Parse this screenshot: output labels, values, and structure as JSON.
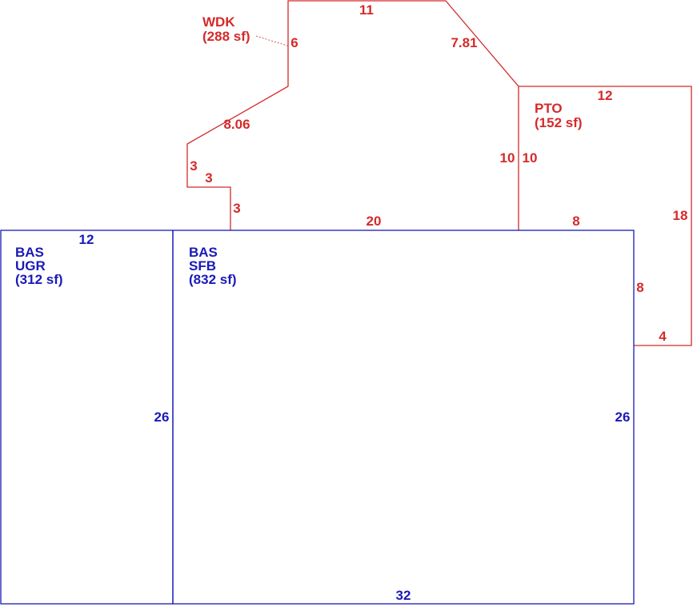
{
  "colors": {
    "deck": "#d42a2a",
    "base": "#1a1ab8"
  },
  "areas": {
    "wdk": {
      "code": "WDK",
      "area": "(288 sf)"
    },
    "pto": {
      "code": "PTO",
      "area": "(152 sf)"
    },
    "bas_ugr": {
      "code": "BAS",
      "sub": "UGR",
      "area": "(312 sf)"
    },
    "bas_sfb": {
      "code": "BAS",
      "sub": "SFB",
      "area": "(832 sf)"
    }
  },
  "dimensions": {
    "wdk_top": "11",
    "wdk_diag_right": "7.81",
    "wdk_left_upper": "6",
    "wdk_diag_left": "8.06",
    "wdk_step_vert": "3",
    "wdk_step_horz": "3",
    "wdk_bottom_vert": "3",
    "wdk_bottom": "20",
    "wdk_right": "10",
    "pto_left": "10",
    "pto_top": "12",
    "pto_right": "18",
    "pto_bottom": "8",
    "pto_inner_vert": "8",
    "pto_inner_horz": "4",
    "ugr_top": "12",
    "ugr_right": "26",
    "sfb_right": "26",
    "sfb_bottom": "32"
  }
}
